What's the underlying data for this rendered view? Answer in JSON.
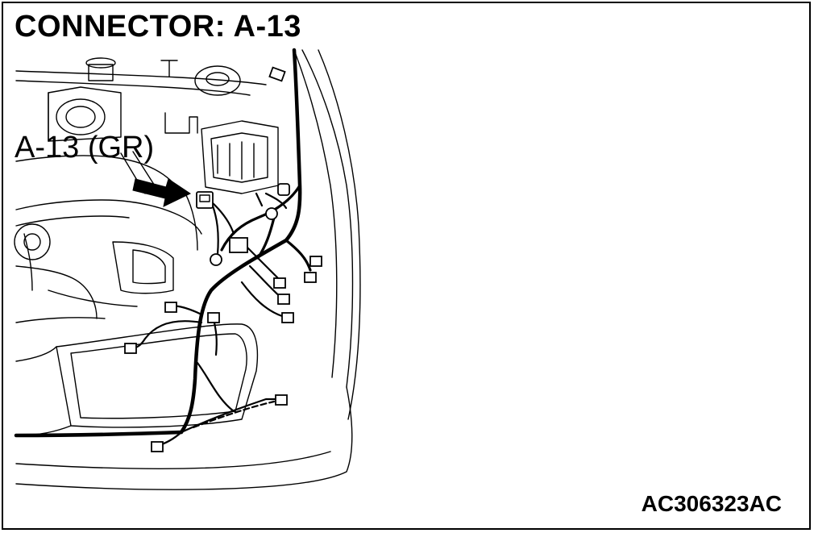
{
  "diagram": {
    "title": "CONNECTOR: A-13",
    "callout_label": "A-13 (GR)",
    "figure_id": "AC306323AC"
  }
}
